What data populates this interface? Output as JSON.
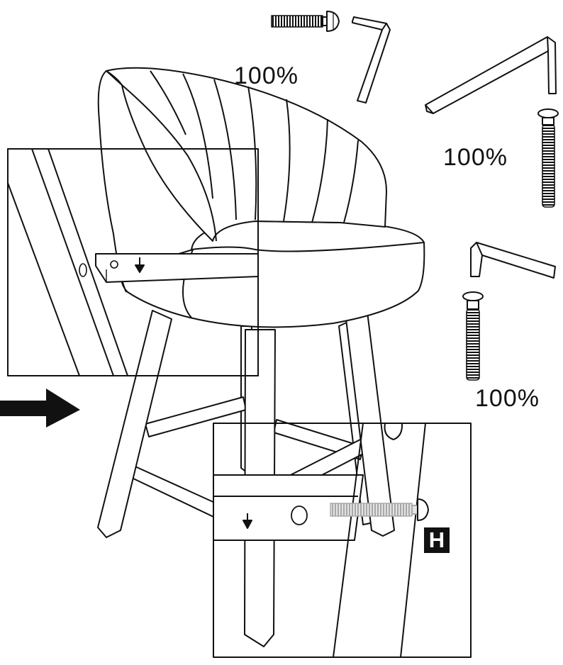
{
  "scale_labels": {
    "top_bolt_scale": "100%",
    "large_allen_key_scale": "100%",
    "small_allen_key_scale": "100%"
  },
  "part_label": {
    "letter": "H"
  },
  "colors": {
    "ink": "#111111",
    "paper": "#ffffff",
    "bolt_gray": "#a8a8a8"
  },
  "icons": {
    "direction": "arrow-right-icon",
    "insert": "arrow-down-icon"
  }
}
